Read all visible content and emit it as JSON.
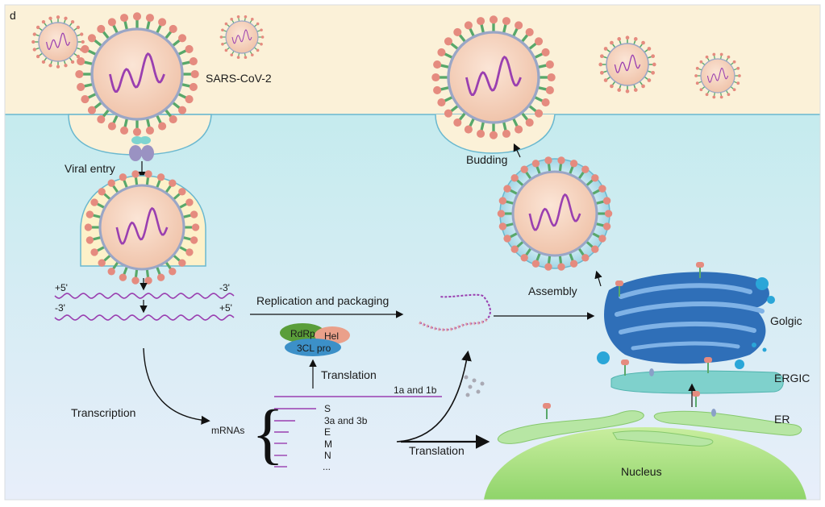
{
  "panel_letter": "d",
  "labels": {
    "virus": "SARS-CoV-2",
    "viral_entry": "Viral entry",
    "budding": "Budding",
    "assembly": "Assembly",
    "replication": "Replication and packaging",
    "translation_upper": "Translation",
    "translation_lower": "Translation",
    "transcription": "Transcription",
    "mrnas": "mRNAs",
    "golgic": "Golgic",
    "ergic": "ERGIC",
    "er": "ER",
    "nucleus": "Nucleus"
  },
  "rna": {
    "plus5": "+5'",
    "minus3": "-3'",
    "minus3b": "-3'",
    "plus5b": "+5'"
  },
  "proteins": {
    "rdrp": "RdRp",
    "hel": "Hel",
    "pro": "3CL pro"
  },
  "mrna_list": [
    "1a and 1b",
    "S",
    "3a and 3b",
    "E",
    "M",
    "N",
    "..."
  ],
  "colors": {
    "outside": "#fbf1d8",
    "cytoplasm": "#c5ebee",
    "virion_core": "#f8d9c5",
    "rna_strand": "#9a3fb0",
    "golgi": "#2f6fb8",
    "er": "#b4e3a0",
    "nucleus": "#b3e58d",
    "spike_head": "#e58b7f",
    "spike_stem": "#58a86a"
  }
}
